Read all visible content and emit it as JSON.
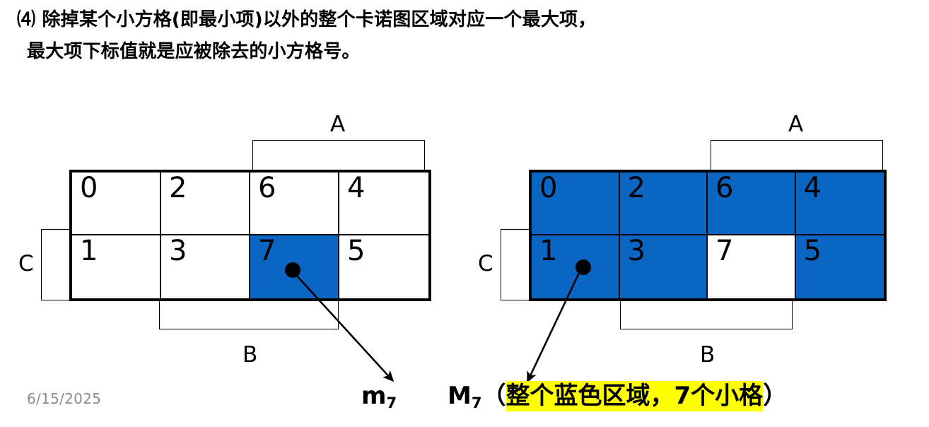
{
  "heading": {
    "line1": "⑷ 除掉某个小方格(即最小项)以外的整个卡诺图区域对应一个最大项，",
    "line2": "最大项下标值就是应被除去的小方格号。"
  },
  "colors": {
    "fill_blue": "#0A66C2",
    "highlight_yellow": "#FFFF00",
    "line_black": "#000000",
    "date_gray": "#8c8c8c"
  },
  "kmaps": [
    {
      "id": "left-kmap",
      "cells": [
        {
          "label": "0",
          "filled": false
        },
        {
          "label": "2",
          "filled": false
        },
        {
          "label": "6",
          "filled": false
        },
        {
          "label": "4",
          "filled": false
        },
        {
          "label": "1",
          "filled": false
        },
        {
          "label": "3",
          "filled": false
        },
        {
          "label": "7",
          "filled": true
        },
        {
          "label": "5",
          "filled": false
        }
      ],
      "variables": {
        "a": "A",
        "b": "B",
        "c": "C"
      }
    },
    {
      "id": "right-kmap",
      "cells": [
        {
          "label": "0",
          "filled": true
        },
        {
          "label": "2",
          "filled": true
        },
        {
          "label": "6",
          "filled": true
        },
        {
          "label": "4",
          "filled": true
        },
        {
          "label": "1",
          "filled": true
        },
        {
          "label": "3",
          "filled": true
        },
        {
          "label": "7",
          "filled": false
        },
        {
          "label": "5",
          "filled": true
        }
      ],
      "variables": {
        "a": "A",
        "b": "B",
        "c": "C"
      }
    }
  ],
  "captions": {
    "minterm_symbol": "m",
    "minterm_index": "7",
    "maxterm_symbol": "M",
    "maxterm_index": "7",
    "maxterm_open_paren": "（",
    "maxterm_highlight": "整个蓝色区域，7个小格",
    "maxterm_close_paren": "）"
  },
  "footer": {
    "date": "6/15/2025"
  }
}
